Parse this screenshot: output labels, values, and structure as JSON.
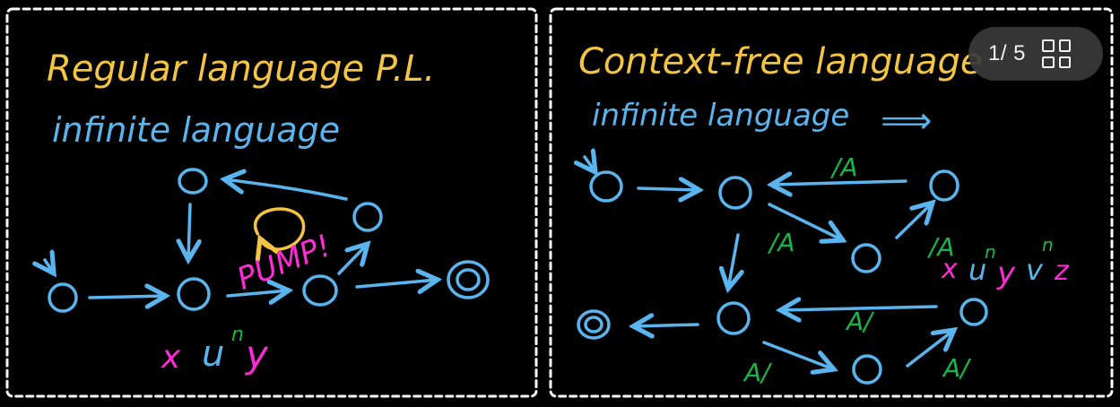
{
  "colors": {
    "background": "#000000",
    "frame": "#ffffff",
    "title": "#f4c542",
    "blue": "#5ab4ee",
    "green": "#16b84a",
    "magenta": "#ff2bd6"
  },
  "left_panel": {
    "title": "Regular language P.L.",
    "subtitle": "infinite language",
    "pump_label": "PUMP!",
    "string": {
      "x": "x",
      "u": "u",
      "n": "n",
      "y": "y"
    }
  },
  "right_panel": {
    "title": "Context-free language",
    "subtitle": "infinite language",
    "implies": "⟹",
    "edge_labels": [
      "/A",
      "/A",
      "/A",
      "A/",
      "A/",
      "A/"
    ],
    "string": {
      "x": "x",
      "u": "u",
      "n1": "n",
      "y": "y",
      "v": "v",
      "n2": "n",
      "z": "z"
    }
  },
  "slide_controls": {
    "counter": "1/ 5",
    "grid_icon": "grid-view-icon"
  }
}
